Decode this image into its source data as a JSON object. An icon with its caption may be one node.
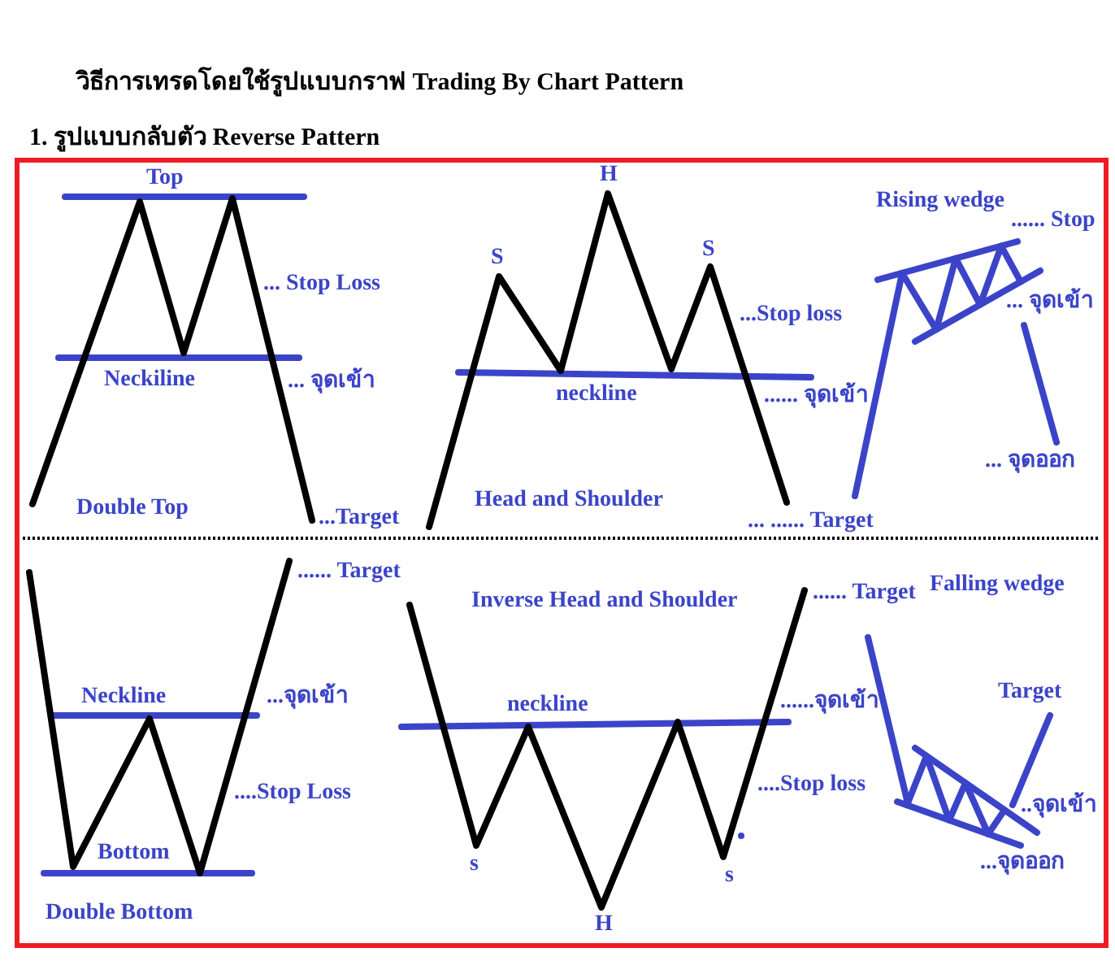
{
  "diagram": {
    "title": "วิธีการเทรดโดยใช้รูปแบบกราฟ Trading By Chart Pattern",
    "labels": [
      "1. รูปแบบกลับตัว Reverse Pattern",
      "Top",
      "... Stop Loss",
      "Neckiline",
      "... จุดเข้า",
      "Double Top",
      "...Target",
      "H",
      "S",
      "S",
      "...Stop loss",
      "neckline",
      "...... จุดเข้า",
      "Head and Shoulder",
      "... ...... Target",
      "Rising wedge",
      "...... Stop",
      "... จุดเข้า",
      "... จุดออก",
      "...... Target",
      "Neckline",
      "...จุดเข้า",
      "....Stop Loss",
      "Bottom",
      "Double Bottom",
      "Inverse Head and Shoulder",
      "...... Target",
      "neckline",
      "......จุดเข้า",
      "....Stop loss",
      "s",
      "H",
      "s",
      "Falling wedge",
      "Target",
      "..จุดเข้า",
      "...จุดออก"
    ]
  }
}
